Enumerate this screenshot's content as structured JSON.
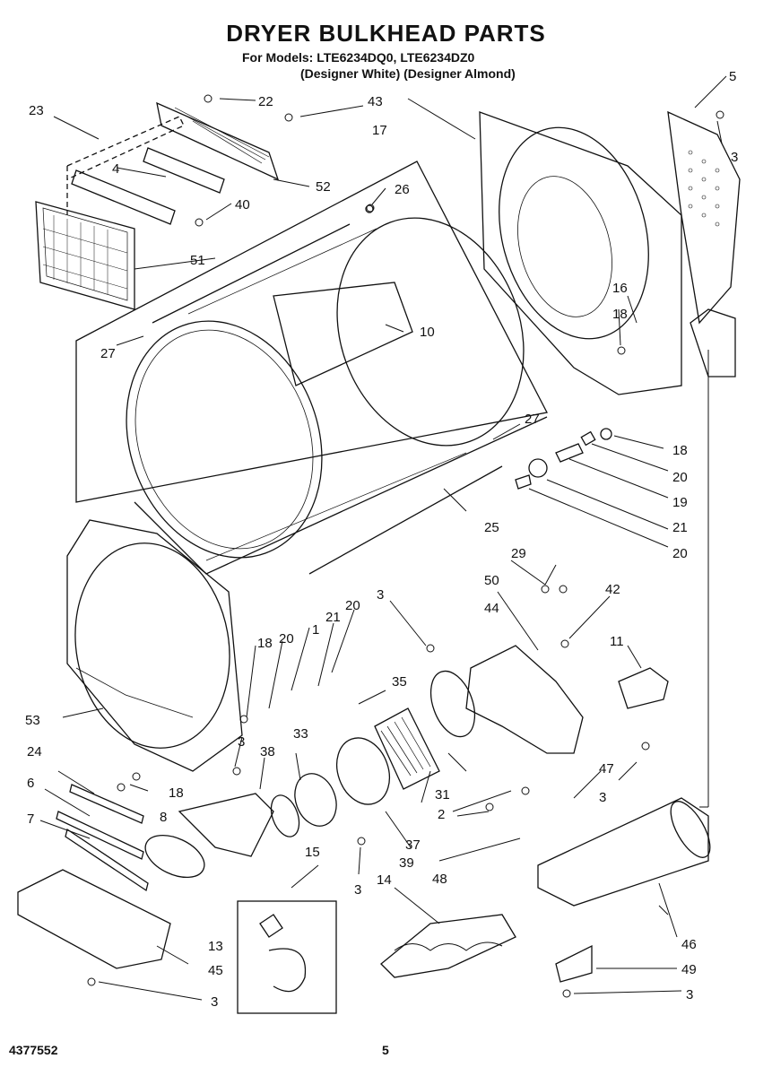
{
  "header": {
    "title": "DRYER BULKHEAD PARTS",
    "models": "For Models: LTE6234DQ0, LTE6234DZ0",
    "colors": "(Designer White) (Designer Almond)"
  },
  "footer": {
    "doc_number": "4377552",
    "page_number": "5"
  },
  "callouts": [
    {
      "id": "c1",
      "text": "1"
    },
    {
      "id": "c2",
      "text": "2"
    },
    {
      "id": "c3a",
      "text": "3"
    },
    {
      "id": "c3b",
      "text": "3"
    },
    {
      "id": "c3c",
      "text": "3"
    },
    {
      "id": "c3d",
      "text": "3"
    },
    {
      "id": "c3e",
      "text": "3"
    },
    {
      "id": "c3f",
      "text": "3"
    },
    {
      "id": "c3g",
      "text": "3"
    },
    {
      "id": "c4",
      "text": "4"
    },
    {
      "id": "c5",
      "text": "5"
    },
    {
      "id": "c6",
      "text": "6"
    },
    {
      "id": "c7",
      "text": "7"
    },
    {
      "id": "c8",
      "text": "8"
    },
    {
      "id": "c10",
      "text": "10"
    },
    {
      "id": "c11",
      "text": "11"
    },
    {
      "id": "c13",
      "text": "13"
    },
    {
      "id": "c14",
      "text": "14"
    },
    {
      "id": "c15",
      "text": "15"
    },
    {
      "id": "c16",
      "text": "16"
    },
    {
      "id": "c17",
      "text": "17"
    },
    {
      "id": "c18a",
      "text": "18"
    },
    {
      "id": "c18b",
      "text": "18"
    },
    {
      "id": "c18c",
      "text": "18"
    },
    {
      "id": "c18d",
      "text": "18"
    },
    {
      "id": "c19",
      "text": "19"
    },
    {
      "id": "c20a",
      "text": "20"
    },
    {
      "id": "c20b",
      "text": "20"
    },
    {
      "id": "c20c",
      "text": "20"
    },
    {
      "id": "c20d",
      "text": "20"
    },
    {
      "id": "c21a",
      "text": "21"
    },
    {
      "id": "c21b",
      "text": "21"
    },
    {
      "id": "c22",
      "text": "22"
    },
    {
      "id": "c23",
      "text": "23"
    },
    {
      "id": "c24",
      "text": "24"
    },
    {
      "id": "c25",
      "text": "25"
    },
    {
      "id": "c26",
      "text": "26"
    },
    {
      "id": "c27a",
      "text": "27"
    },
    {
      "id": "c27b",
      "text": "27"
    },
    {
      "id": "c29",
      "text": "29"
    },
    {
      "id": "c31",
      "text": "31"
    },
    {
      "id": "c33",
      "text": "33"
    },
    {
      "id": "c35",
      "text": "35"
    },
    {
      "id": "c37",
      "text": "37"
    },
    {
      "id": "c38",
      "text": "38"
    },
    {
      "id": "c39",
      "text": "39"
    },
    {
      "id": "c40",
      "text": "40"
    },
    {
      "id": "c42",
      "text": "42"
    },
    {
      "id": "c43",
      "text": "43"
    },
    {
      "id": "c44",
      "text": "44"
    },
    {
      "id": "c45",
      "text": "45"
    },
    {
      "id": "c46",
      "text": "46"
    },
    {
      "id": "c47",
      "text": "47"
    },
    {
      "id": "c48",
      "text": "48"
    },
    {
      "id": "c49",
      "text": "49"
    },
    {
      "id": "c50",
      "text": "50"
    },
    {
      "id": "c51",
      "text": "51"
    },
    {
      "id": "c52",
      "text": "52"
    },
    {
      "id": "c53",
      "text": "53"
    }
  ]
}
